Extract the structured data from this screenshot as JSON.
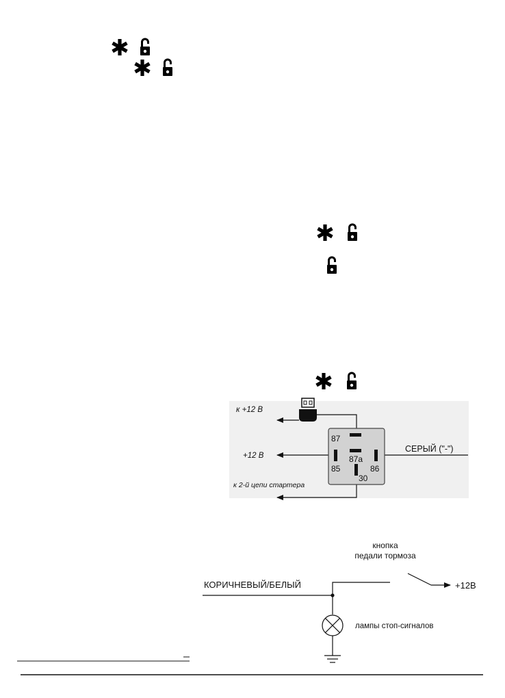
{
  "icons": {
    "asterisk": "asterisk-icon",
    "lock": "unlocked-padlock-icon"
  },
  "relay_diagram": {
    "labels": {
      "to_12v": "к +12 В",
      "plus_12v": "+12 В",
      "to_starter": "к 2-й цепи стартера",
      "grey_wire": "СЕРЫЙ (\"-\")"
    },
    "pins": {
      "p87": "87",
      "p87a": "87a",
      "p85": "85",
      "p86": "86",
      "p30": "30"
    }
  },
  "brake_diagram": {
    "labels": {
      "button_line1": "кнопка",
      "button_line2": "педали тормоза",
      "wire": "КОРИЧНЕВЫЙ/БЕЛЫЙ",
      "plus_12v": "+12В",
      "lamps": "лампы стоп-сигналов"
    }
  },
  "colors": {
    "ink": "#111111",
    "panel": "#f0f0f0",
    "relay_body": "#d2d2d2"
  }
}
